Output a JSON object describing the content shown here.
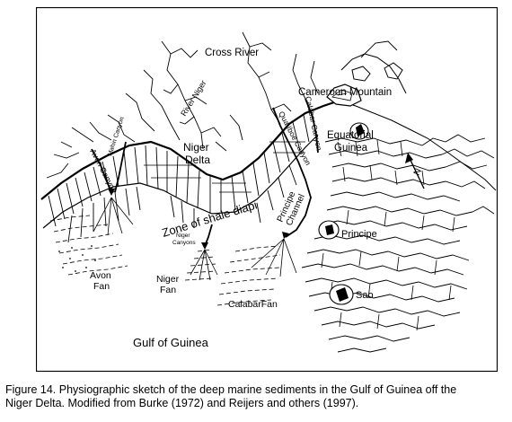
{
  "map": {
    "labels": {
      "cross_river": "Cross River",
      "river_niger": "River Niger",
      "cameroon_mountain": "Cameroon Mountain",
      "niger_delta_1": "Niger",
      "niger_delta_2": "Delta",
      "equatorial_1": "Equatorial",
      "equatorial_2": "Guinea",
      "calabar_canyon": "Calabar Canyon",
      "qua_iboe_canyon": "Qua Iboe Canyon",
      "avon_canyon": "Avon Canyon",
      "mahin_canyon": "Mahin Canyon",
      "zone": "Zone of shale diapi",
      "principe_channel_1": "Principe",
      "principe_channel_2": "Channel",
      "principe": "Principe",
      "niger_canyons_1": "Niger",
      "niger_canyons_2": "Canyons",
      "avon_fan_1": "Avon",
      "avon_fan_2": "Fan",
      "niger_fan_1": "Niger",
      "niger_fan_2": "Fan",
      "calabar_fan": "CalabarFan",
      "sao": "Sao",
      "gulf": "Gulf of Guinea",
      "north": "N"
    }
  },
  "caption": {
    "line1": "Figure 14.  Physiographic sketch of the deep marine sediments in the Gulf of Guinea off the",
    "line2": "Niger Delta.  Modified from Burke (1972) and Reijers and others (1997)."
  }
}
